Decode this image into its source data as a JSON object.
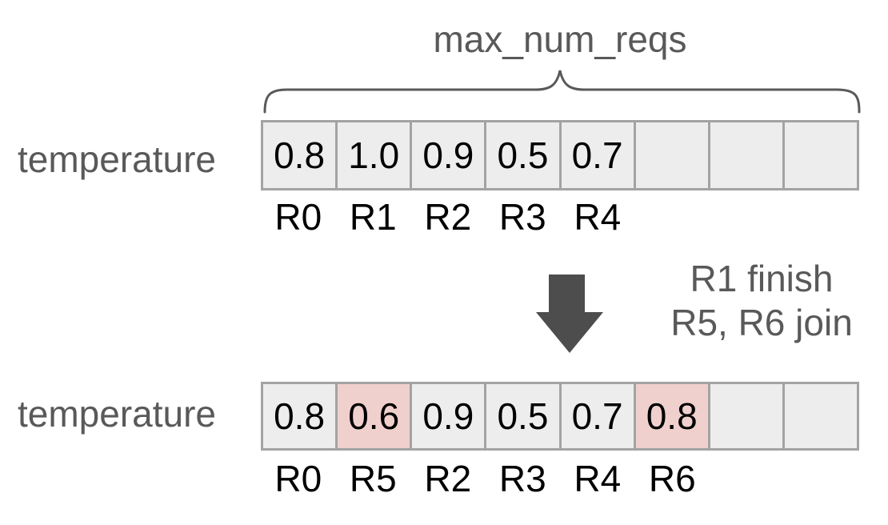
{
  "brace": {
    "label": "max_num_reqs"
  },
  "colors": {
    "background": "#ffffff",
    "cell_bg": "#ededed",
    "cell_highlight_bg": "#f0d0cc",
    "cell_border": "#a3a3a3",
    "muted_text": "#595959",
    "value_text": "#000000",
    "arrow": "#4d4d4d"
  },
  "arrays": {
    "before": {
      "label": "temperature",
      "cells": [
        {
          "value": "0.8",
          "highlighted": false,
          "request": "R0"
        },
        {
          "value": "1.0",
          "highlighted": false,
          "request": "R1"
        },
        {
          "value": "0.9",
          "highlighted": false,
          "request": "R2"
        },
        {
          "value": "0.5",
          "highlighted": false,
          "request": "R3"
        },
        {
          "value": "0.7",
          "highlighted": false,
          "request": "R4"
        },
        {
          "value": "",
          "highlighted": false,
          "request": ""
        },
        {
          "value": "",
          "highlighted": false,
          "request": ""
        },
        {
          "value": "",
          "highlighted": false,
          "request": ""
        }
      ]
    },
    "after": {
      "label": "temperature",
      "cells": [
        {
          "value": "0.8",
          "highlighted": false,
          "request": "R0"
        },
        {
          "value": "0.6",
          "highlighted": true,
          "request": "R5"
        },
        {
          "value": "0.9",
          "highlighted": false,
          "request": "R2"
        },
        {
          "value": "0.5",
          "highlighted": false,
          "request": "R3"
        },
        {
          "value": "0.7",
          "highlighted": false,
          "request": "R4"
        },
        {
          "value": "0.8",
          "highlighted": true,
          "request": "R6"
        },
        {
          "value": "",
          "highlighted": false,
          "request": ""
        },
        {
          "value": "",
          "highlighted": false,
          "request": ""
        }
      ]
    }
  },
  "transition": {
    "icon": "down-arrow",
    "note_lines": [
      "R1 finish",
      "R5, R6 join"
    ]
  }
}
